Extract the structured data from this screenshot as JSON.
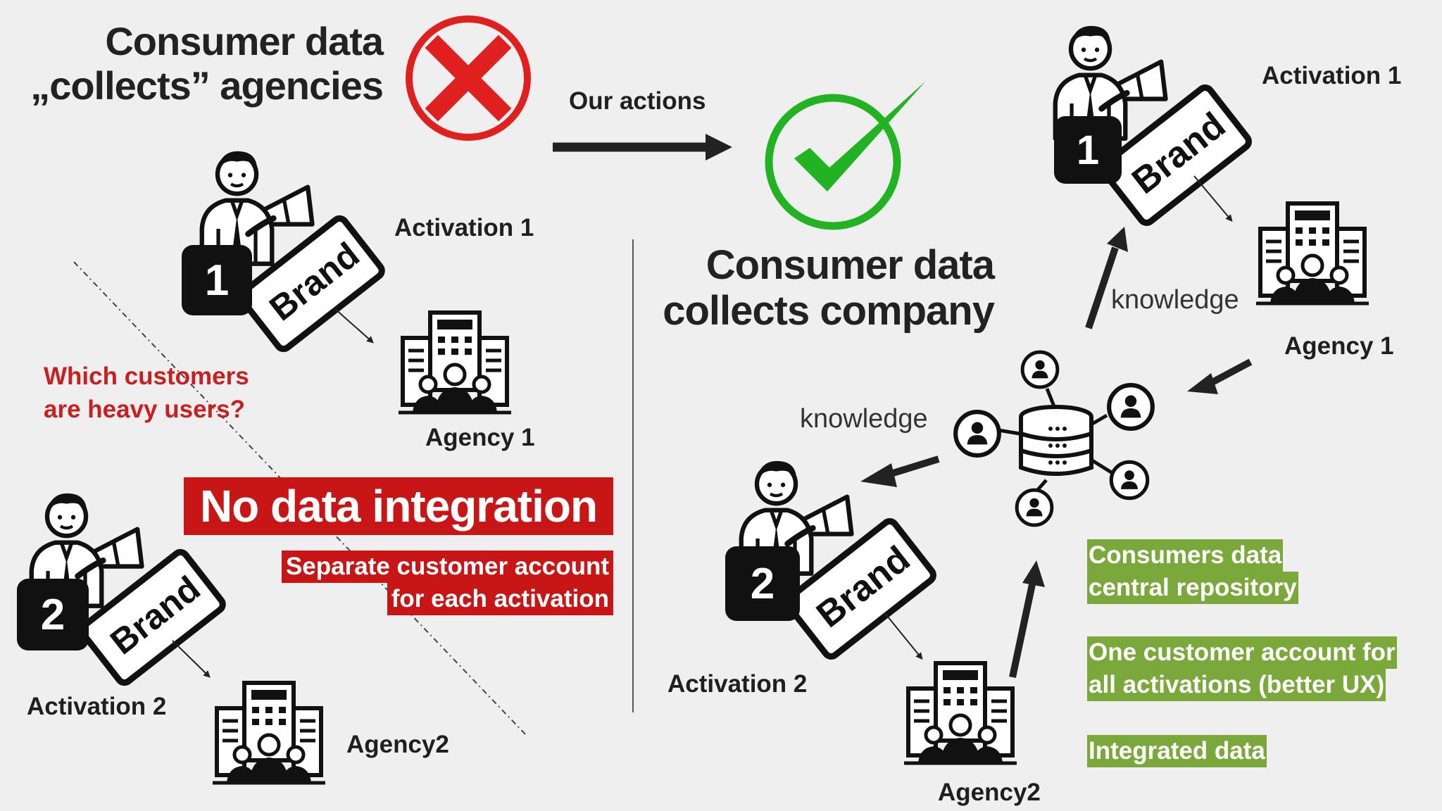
{
  "left": {
    "title_lines": [
      "Consumer data",
      "„collects” agencies"
    ],
    "activation1": "Activation 1",
    "agency1": "Agency 1",
    "question_lines": [
      "Which customers",
      "are heavy users?"
    ],
    "activation2": "Activation 2",
    "agency2": "Agency2",
    "brand_label": "Brand",
    "badge1": "1",
    "badge2": "2"
  },
  "middle": {
    "actions_label": "Our actions",
    "no_integration": "No data integration",
    "separate_lines": [
      "Separate customer account",
      "for each activation"
    ]
  },
  "right": {
    "title_lines": [
      "Consumer data",
      "collects company"
    ],
    "activation1": "Activation 1",
    "agency1": "Agency 1",
    "activation2": "Activation 2",
    "agency2": "Agency2",
    "knowledge_top": "knowledge",
    "knowledge_left": "knowledge",
    "brand_label": "Brand",
    "badge1": "1",
    "badge2": "2",
    "benefits": [
      [
        "Consumers data",
        "central repository"
      ],
      [
        "One customer account for",
        "all activations (better UX)"
      ],
      [
        "Integrated data"
      ]
    ]
  },
  "colors": {
    "red": "#e0201f",
    "green": "#22b322",
    "redbox": "#c81616",
    "greenbox": "#7ba83b",
    "ink": "#222222"
  }
}
